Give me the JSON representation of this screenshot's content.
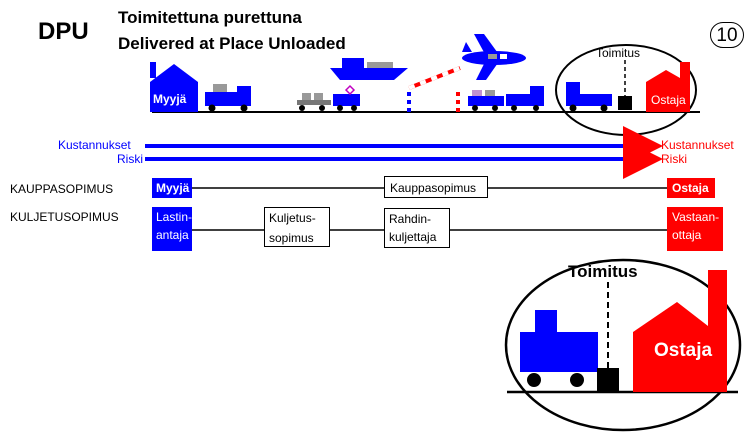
{
  "header": {
    "code": "DPU",
    "title_fi": "Toimitettuna purettuna",
    "title_en": "Delivered at Place Unloaded",
    "page_number": "10"
  },
  "scene": {
    "seller_house": "Myyjä",
    "buyer_factory": "Ostaja",
    "delivery_label": "Toimitus"
  },
  "arrows": {
    "costs_left": "Kustannukset",
    "risk_left": "Riski",
    "costs_right": "Kustannukset",
    "risk_right": "Riski"
  },
  "contracts": {
    "sales_label": "KAUPPASOPIMUS",
    "transport_label": "KULJETUSOPIMUS",
    "seller": "Myyjä",
    "buyer": "Ostaja",
    "sales_contract": "Kauppasopimus",
    "shipper_1": "Lastin-",
    "shipper_2": "antaja",
    "transport_contract_1": "Kuljetus-",
    "transport_contract_2": "sopimus",
    "carrier_1": "Rahdin-",
    "carrier_2": "kuljettaja",
    "consignee_1": "Vastaan-",
    "consignee_2": "ottaja"
  },
  "zoom": {
    "delivery_label": "Toimitus",
    "buyer_factory": "Ostaja"
  },
  "colors": {
    "seller": "#0000ff",
    "buyer": "#ff0000"
  }
}
